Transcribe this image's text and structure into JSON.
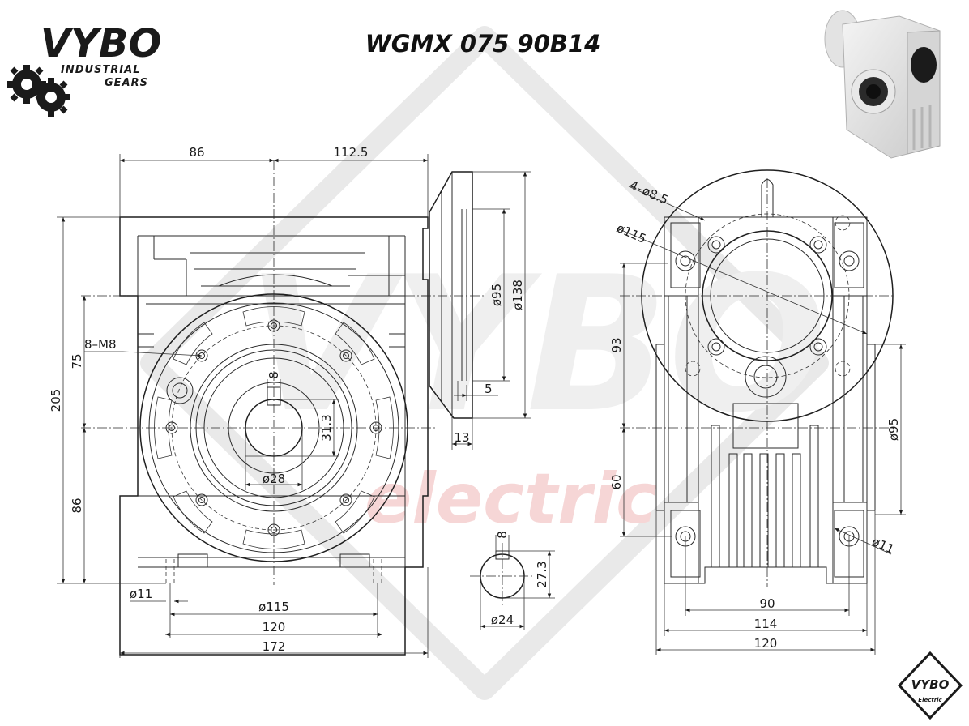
{
  "title": "WGMX 075 90B14",
  "logo": {
    "brand": "VYBO",
    "line1": "INDUSTRIAL",
    "line2": "GEARS"
  },
  "watermark": {
    "brand": "VYBO",
    "word": "electric"
  },
  "badge": {
    "brand": "VYBO",
    "word": "Electric"
  },
  "front_view": {
    "top_left": "86",
    "top_right": "112.5",
    "overall_height": "205",
    "upper_height": "75",
    "lower_height": "86",
    "thread": "8–M8",
    "key_width": "8",
    "key_depth": "31.3",
    "bore": "ø28",
    "foot_hole": "ø11",
    "bolt_circle": "ø115",
    "foot_span": "120",
    "overall_width": "172"
  },
  "side_view": {
    "pilot": "ø95",
    "flange": "ø138",
    "spigot": "5",
    "thickness": "13"
  },
  "shaft_view": {
    "key": "8",
    "height": "27.3",
    "diameter": "ø24"
  },
  "right_view": {
    "holes": "4–ø8.5",
    "pcd": "ø115",
    "upper_height": "93",
    "lower_height": "60",
    "pilot": "ø95",
    "foot_hole": "ø11",
    "span_inner": "90",
    "span_mid": "114",
    "span_outer": "120"
  }
}
